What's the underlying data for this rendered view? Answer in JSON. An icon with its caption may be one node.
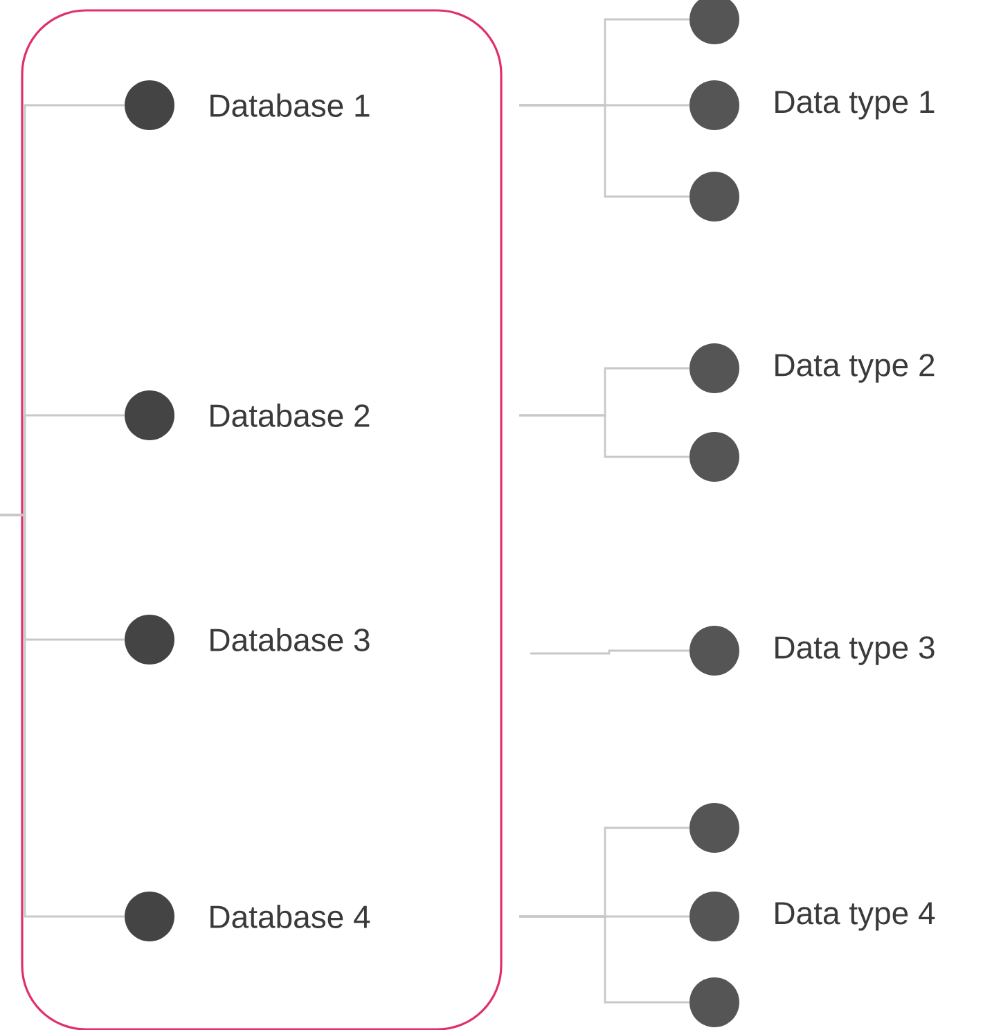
{
  "diagram": {
    "nodes": [
      {
        "text": [],
        "shape": "box"
      },
      {
        "text": [],
        "shape": "circle",
        "in": 0,
        "beside": [
          "Database 1"
        ]
      },
      {
        "text": [],
        "shape": "circle",
        "in": 0,
        "beside": [
          "Database 2"
        ]
      },
      {
        "text": [],
        "shape": "circle",
        "in": 0,
        "beside": [
          "Database 3"
        ]
      },
      {
        "text": [],
        "shape": "circle",
        "in": 0,
        "beside": [
          "Database 4"
        ]
      },
      {
        "text": [],
        "shape": "circle"
      },
      {
        "text": [],
        "shape": "circle",
        "beside": [
          "Data type 1"
        ]
      },
      {
        "text": [],
        "shape": "circle"
      },
      {
        "text": [],
        "shape": "circle",
        "beside": [
          "Data type 2"
        ]
      },
      {
        "text": [],
        "shape": "circle"
      },
      {
        "text": [],
        "shape": "circle",
        "beside": [
          "Data type 3"
        ]
      },
      {
        "text": [],
        "shape": "circle"
      },
      {
        "text": [],
        "shape": "circle",
        "beside": [
          "Data type 4"
        ]
      },
      {
        "text": [],
        "shape": "circle"
      }
    ],
    "edges": [
      {
        "from": null,
        "to": 1,
        "arrow": "none"
      },
      {
        "from": null,
        "to": 2,
        "arrow": "none"
      },
      {
        "from": null,
        "to": 3,
        "arrow": "none"
      },
      {
        "from": null,
        "to": 4,
        "arrow": "none"
      },
      {
        "from": null,
        "to": 5,
        "arrow": "none"
      },
      {
        "from": null,
        "to": 6,
        "arrow": "none"
      },
      {
        "from": null,
        "to": 7,
        "arrow": "none"
      },
      {
        "from": null,
        "to": 8,
        "arrow": "none"
      },
      {
        "from": null,
        "to": 9,
        "arrow": "none"
      },
      {
        "from": null,
        "to": 10,
        "arrow": "none"
      },
      {
        "from": null,
        "to": 11,
        "arrow": "none"
      },
      {
        "from": null,
        "to": 12,
        "arrow": "none"
      },
      {
        "from": null,
        "to": 13,
        "arrow": "none"
      }
    ]
  }
}
